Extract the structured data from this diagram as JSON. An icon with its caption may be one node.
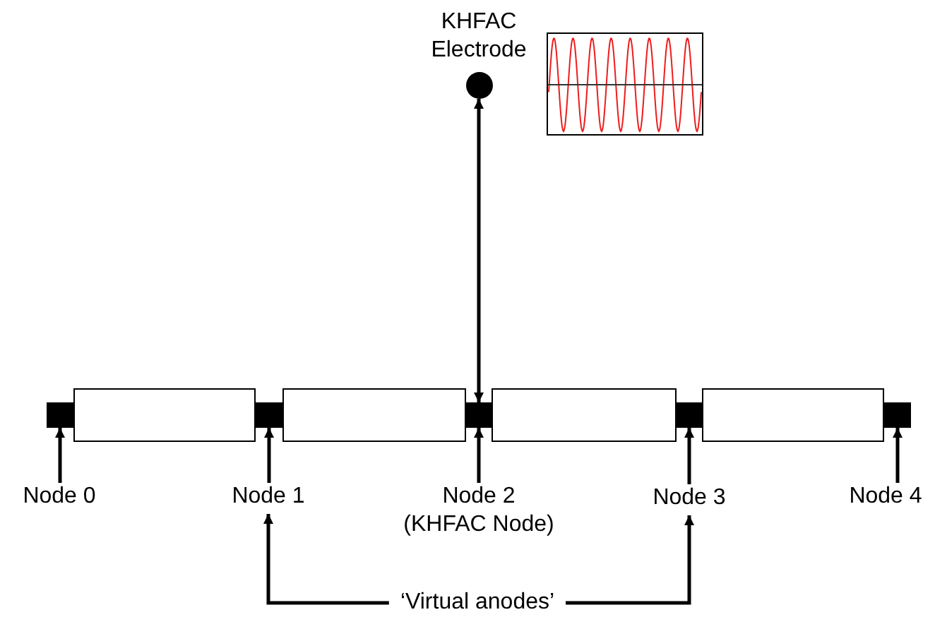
{
  "diagram": {
    "nodes": [
      {
        "text": [
          "KHFAC Electrode"
        ]
      },
      {
        "text": [],
        "shape": "box"
      },
      {
        "text": [],
        "shape": "box"
      },
      {
        "text": [],
        "shape": "box"
      },
      {
        "text": [],
        "shape": "box"
      },
      {
        "text": [],
        "shape": "box"
      },
      {
        "text": [
          "Node 0"
        ]
      },
      {
        "text": [
          "Node 1"
        ]
      },
      {
        "text": [
          "Node 2",
          "(KHFAC Node)"
        ]
      },
      {
        "text": [
          "Node 3"
        ]
      },
      {
        "text": [
          "Node 4"
        ]
      },
      {
        "text": [
          "‘Virtual anodes’"
        ]
      },
      {
        "text": [],
        "shape": "box"
      },
      {
        "text": [],
        "shape": "box"
      },
      {
        "text": [],
        "shape": "box"
      },
      {
        "text": [],
        "shape": "box"
      }
    ],
    "edges": [
      {
        "from": 0,
        "to": 3,
        "arrow": "both"
      },
      {
        "from": 6,
        "to": 1,
        "arrow": "to"
      },
      {
        "from": 7,
        "to": 2,
        "arrow": "to"
      },
      {
        "from": 8,
        "to": 3,
        "arrow": "to"
      },
      {
        "from": 9,
        "to": 4,
        "arrow": "to"
      },
      {
        "from": 10,
        "to": 5,
        "arrow": "to"
      },
      {
        "from": 11,
        "to": 7,
        "arrow": "to"
      },
      {
        "from": 11,
        "to": 9,
        "arrow": "to"
      }
    ]
  }
}
